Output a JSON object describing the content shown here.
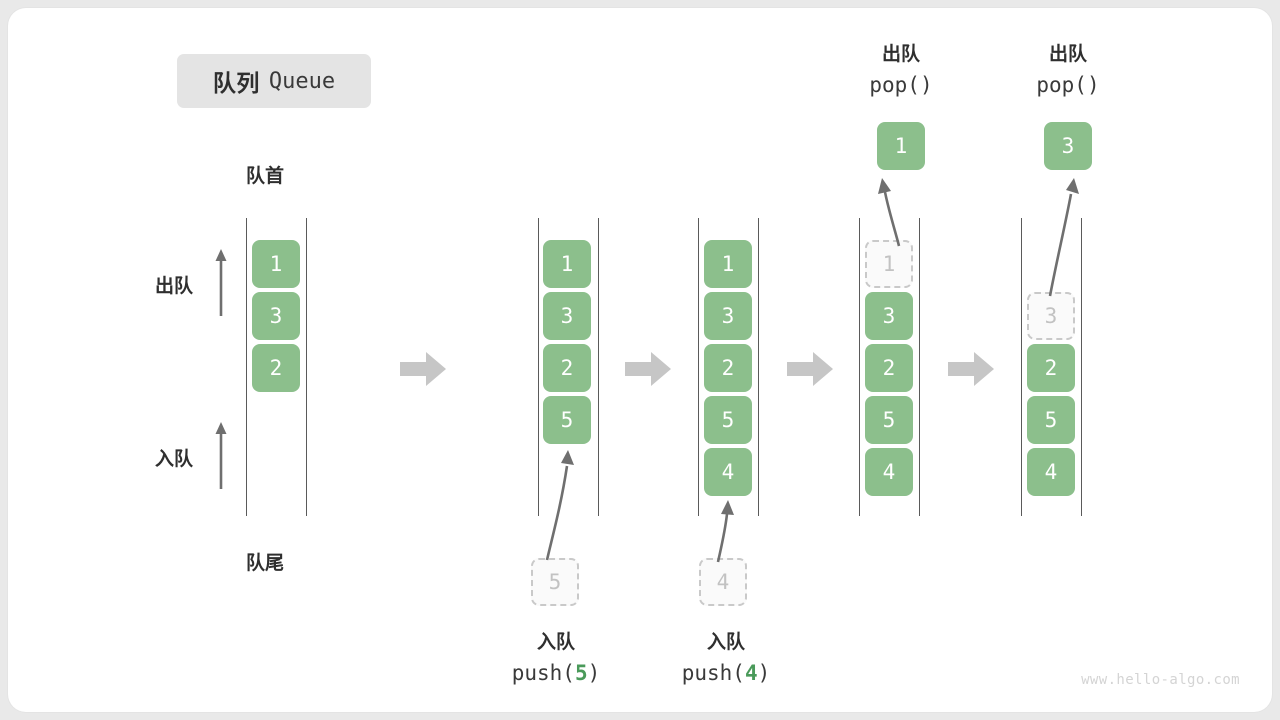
{
  "title": {
    "cn": "队列",
    "en": "Queue"
  },
  "labels": {
    "front": "队首",
    "rear": "队尾",
    "dequeue": "出队",
    "enqueue": "入队"
  },
  "colors": {
    "cell_fill": "#8cbf8c",
    "cell_text": "#ffffff",
    "ghost_fill": "#fafafa",
    "ghost_border": "#c9c9c9",
    "ghost_text": "#c2c2c2",
    "rail": "#5a5a5a",
    "step_arrow": "#c6c6c6",
    "badge_bg": "#e4e4e4",
    "text": "#2f2f2f",
    "code_accent": "#4a9a5a",
    "watermark": "#d4d4d4"
  },
  "columns": [
    {
      "name": "initial-queue",
      "cells": [
        "1",
        "3",
        "2"
      ],
      "ghost_index": null,
      "caption": null
    },
    {
      "name": "after-push-5",
      "cells": [
        "1",
        "3",
        "2",
        "5"
      ],
      "ghost_index": null,
      "caption": {
        "cn": "入队",
        "code_prefix": "push(",
        "code_value": "5",
        "code_suffix": ")"
      },
      "incoming": "5"
    },
    {
      "name": "after-push-4",
      "cells": [
        "1",
        "3",
        "2",
        "5",
        "4"
      ],
      "ghost_index": null,
      "caption": {
        "cn": "入队",
        "code_prefix": "push(",
        "code_value": "4",
        "code_suffix": ")"
      },
      "incoming": "4"
    },
    {
      "name": "after-pop-1",
      "cells": [
        "1",
        "3",
        "2",
        "5",
        "4"
      ],
      "ghost_index": 0,
      "caption": {
        "cn": "出队",
        "code_prefix": "pop(",
        "code_value": "",
        "code_suffix": ")"
      },
      "popped": "1"
    },
    {
      "name": "after-pop-3",
      "cells": [
        "",
        "3",
        "2",
        "5",
        "4"
      ],
      "ghost_index": 1,
      "caption": {
        "cn": "出队",
        "code_prefix": "pop(",
        "code_value": "",
        "code_suffix": ")"
      },
      "popped": "3"
    }
  ],
  "step_arrows": 4,
  "watermark": "www.hello-algo.com"
}
